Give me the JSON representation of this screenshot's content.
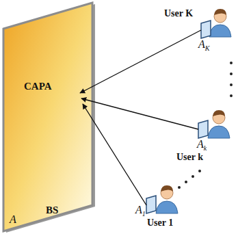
{
  "diagram": {
    "nodes": [
      {
        "text": [
          "CAPA",
          "A",
          "BS"
        ]
      },
      {
        "text": [
          "User K",
          "A",
          "K"
        ]
      },
      {
        "text": [
          "User k",
          "A",
          "k"
        ]
      },
      {
        "text": [
          "User 1",
          "A",
          "1"
        ]
      }
    ],
    "edges": [
      {
        "from": 1,
        "to": 0,
        "arrow": "to"
      },
      {
        "from": 2,
        "to": 0,
        "arrow": "to"
      },
      {
        "from": 3,
        "to": 0,
        "arrow": "to"
      }
    ]
  }
}
